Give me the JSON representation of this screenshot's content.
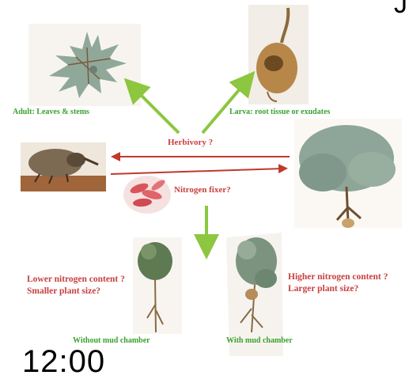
{
  "labels": {
    "adult": "Adult: Leaves & stems",
    "larva": "Larva: root tissue or exudates",
    "herbivory": "Herbivory ?",
    "nitrogen_fixer": "Nitrogen fixer?",
    "lower_line1": "Lower nitrogen content ?",
    "lower_line2": "Smaller plant size?",
    "higher_line1": "Higher nitrogen content ?",
    "higher_line2": "Larger plant size?",
    "without": "Without mud chamber",
    "with": "With mud chamber"
  },
  "overlay": {
    "clock": "12:00",
    "corner_glyph": "J"
  },
  "colors": {
    "green_label": "#3aa12f",
    "red_label": "#c6403f",
    "green_arrow": "#8dc63f",
    "red_arrow": "#c0392b"
  },
  "images": [
    "adult-leaves-photo",
    "larva-root-photo",
    "weevil-photo",
    "bacteria-photo",
    "shrub-photo",
    "small-plant-photo",
    "large-plant-photo"
  ]
}
